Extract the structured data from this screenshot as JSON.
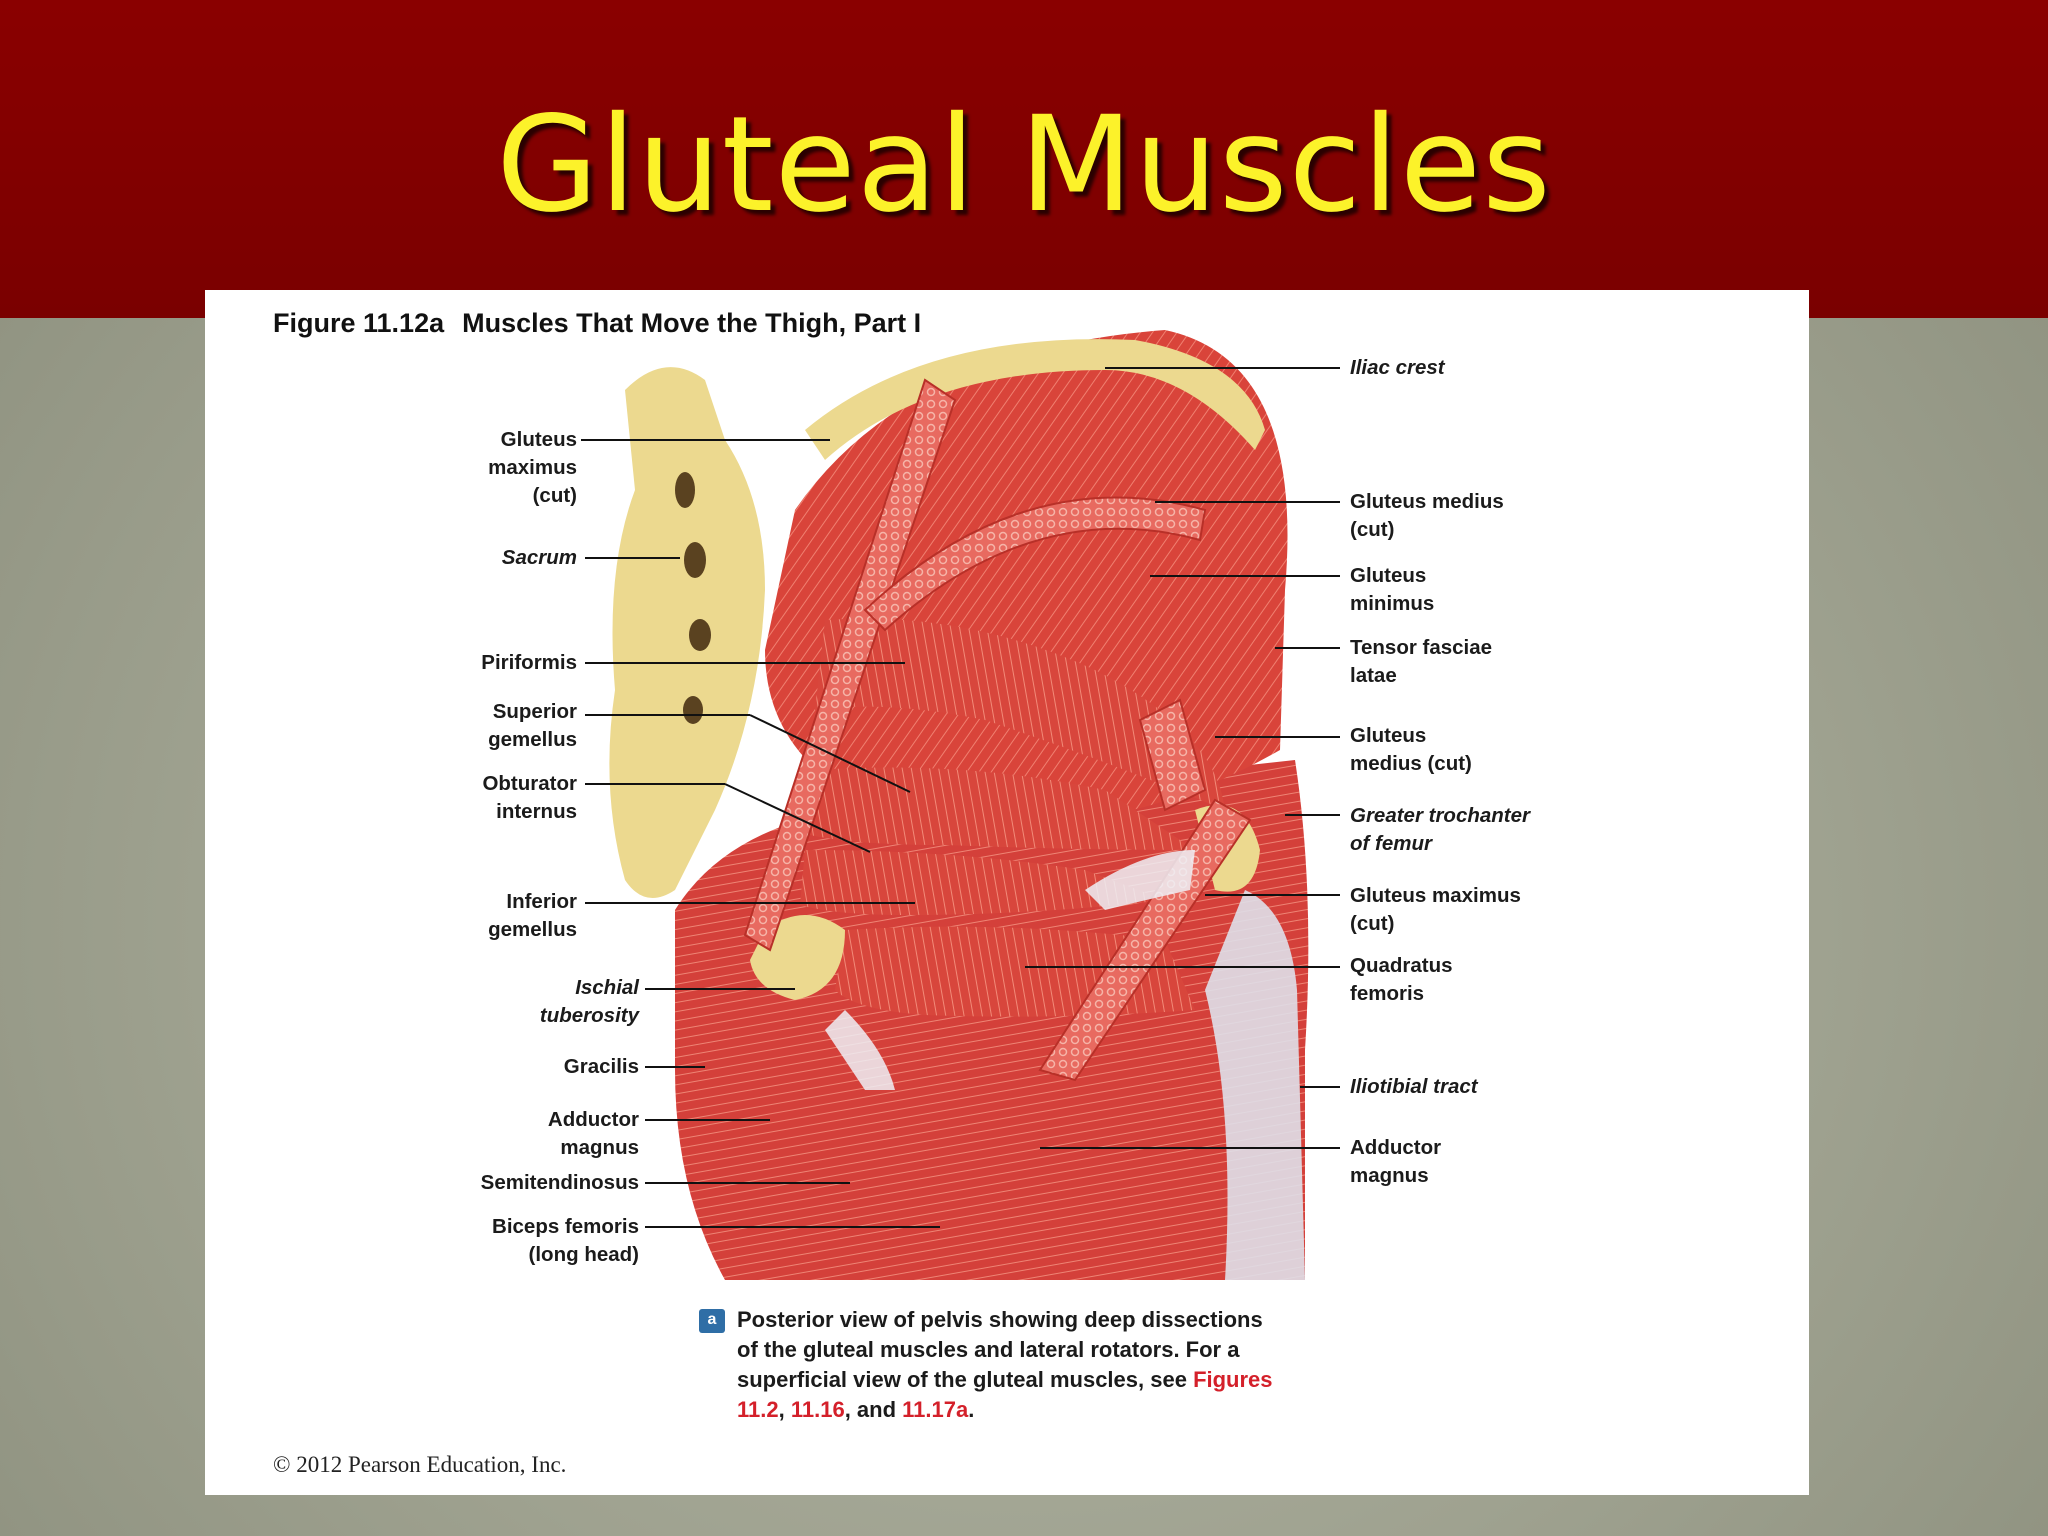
{
  "slide": {
    "title": "Gluteal Muscles"
  },
  "figure": {
    "number": "Figure 11.12a",
    "heading": "Muscles That Move the Thigh, Part I",
    "labels_left": {
      "gluteus_maximus_cut": "Gluteus\nmaximus\n(cut)",
      "sacrum": "Sacrum",
      "piriformis": "Piriformis",
      "superior_gemellus": "Superior\ngemellus",
      "obturator_internus": "Obturator\ninternus",
      "inferior_gemellus": "Inferior\ngemellus",
      "ischial_tuberosity": "Ischial\ntuberosity",
      "gracilis": "Gracilis",
      "adductor_magnus": "Adductor\nmagnus",
      "semitendinosus": "Semitendinosus",
      "biceps_femoris": "Biceps femoris\n(long head)"
    },
    "labels_right": {
      "iliac_crest": "Iliac crest",
      "gluteus_medius_cut": "Gluteus medius\n(cut)",
      "gluteus_minimus": "Gluteus\nminimus",
      "tensor_fasciae_latae": "Tensor fasciae\nlatae",
      "gluteus_medius_cut_2": "Gluteus\nmedius (cut)",
      "greater_trochanter": "Greater trochanter\nof femur",
      "gluteus_maximus_cut_2": "Gluteus maximus\n(cut)",
      "quadratus_femoris": "Quadratus\nfemoris",
      "iliotibial_tract": "Iliotibial tract",
      "adductor_magnus_2": "Adductor\nmagnus"
    },
    "caption": {
      "badge": "a",
      "text": "Posterior view of pelvis showing deep dissections of the gluteal muscles and lateral rotators. For a superficial view of the gluteal muscles, see ",
      "ref1": "Figures 11.2",
      "sep1": ",",
      "ref2": "11.16",
      "sep2": ", and ",
      "ref3": "11.17a",
      "end": "."
    },
    "copyright": "© 2012 Pearson Education, Inc."
  },
  "colors": {
    "title_band": "#7a0000",
    "title_text": "#fcf22a",
    "muscle": "#d9443a",
    "bone": "#ecd98f",
    "caption_ref": "#d4202a"
  }
}
